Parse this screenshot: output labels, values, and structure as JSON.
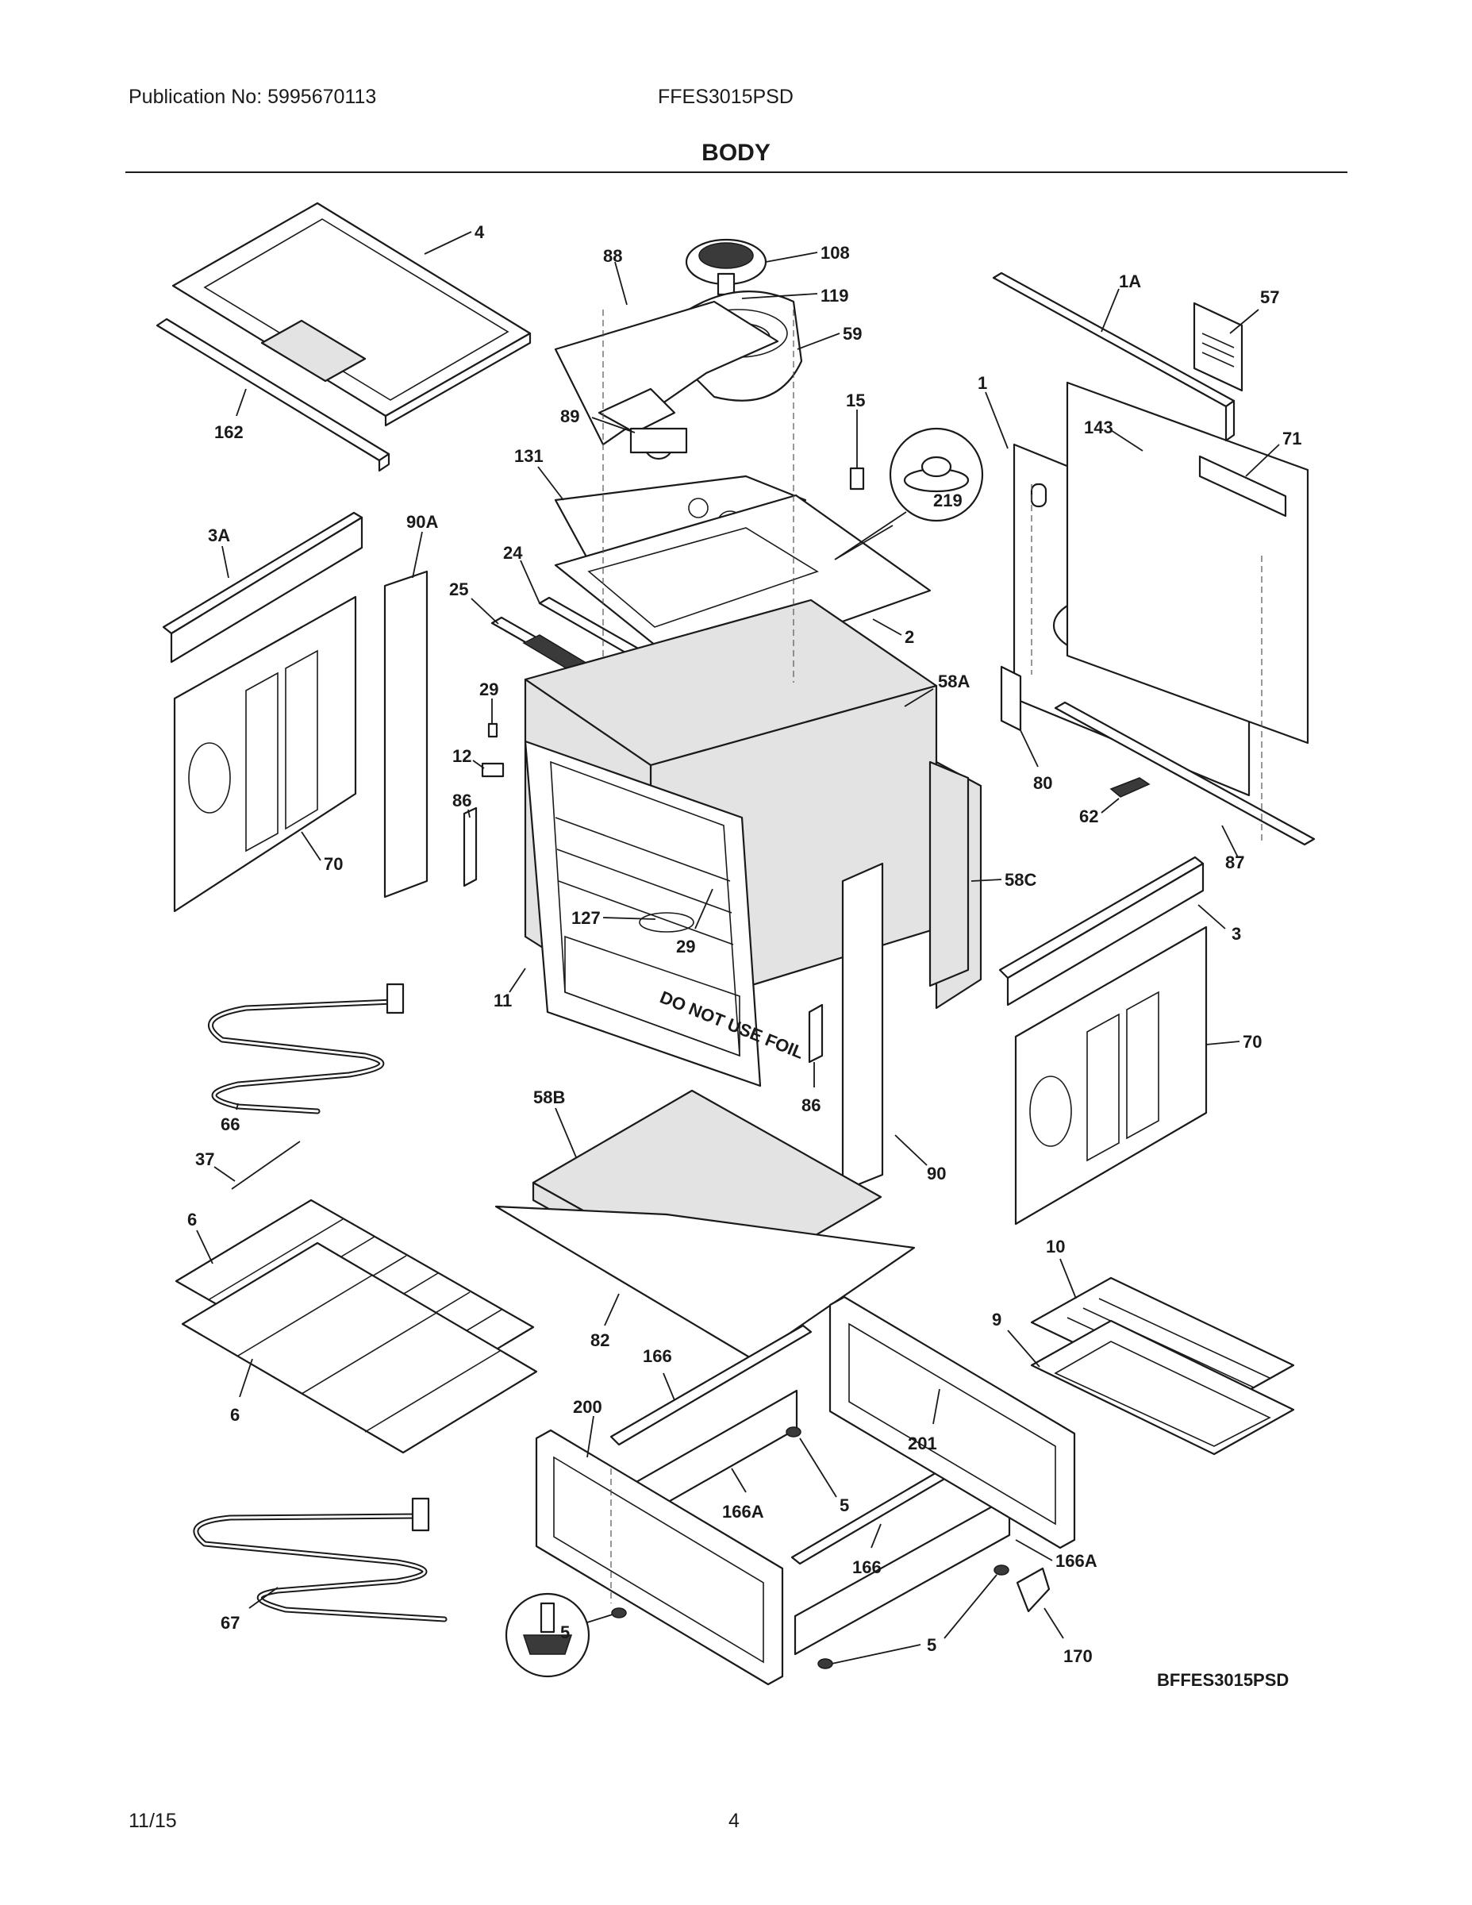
{
  "header": {
    "publication": "Publication No: 5995670113",
    "model": "FFES3015PSD",
    "title": "BODY"
  },
  "diagram": {
    "code": "BFFES3015PSD",
    "stamp": "DO NOT USE FOIL",
    "callouts": [
      "4",
      "162",
      "88",
      "108",
      "119",
      "59",
      "89",
      "15",
      "131",
      "219",
      "1A",
      "57",
      "1",
      "143",
      "71",
      "3A",
      "90A",
      "24",
      "25",
      "2",
      "29",
      "12",
      "86",
      "58A",
      "80",
      "62",
      "87",
      "70",
      "127",
      "29",
      "58C",
      "11",
      "3",
      "70",
      "66",
      "86",
      "58B",
      "90",
      "37",
      "6",
      "10",
      "9",
      "82",
      "166",
      "6",
      "200",
      "201",
      "5",
      "166A",
      "166",
      "166A",
      "67",
      "5",
      "5",
      "170"
    ]
  },
  "footer": {
    "date": "11/15",
    "page": "4"
  }
}
